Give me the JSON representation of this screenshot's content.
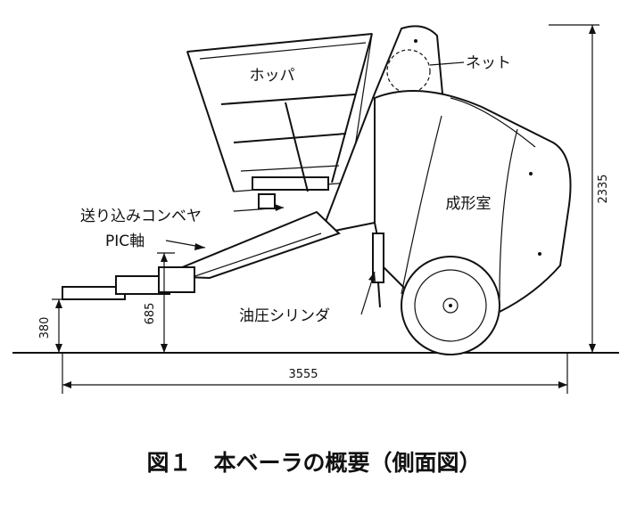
{
  "labels": {
    "hopper": "ホッパ",
    "net": "ネット",
    "conveyor": "送り込みコンベヤ",
    "pic_shaft": "PIC軸",
    "chamber": "成形室",
    "cylinder": "油圧シリンダ"
  },
  "dimensions": {
    "overall_height": "2335",
    "overall_length": "3555",
    "hitch_height": "380",
    "pic_height": "685"
  },
  "caption": "図１　本ベーラの概要（側面図）"
}
